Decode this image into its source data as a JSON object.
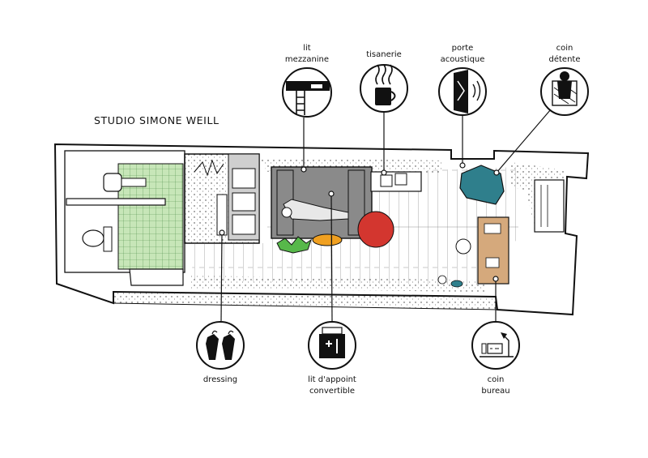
{
  "title": "STUDIO SIMONE WEILL",
  "labels": {
    "lit_mezzanine": [
      "lit",
      "mezzanine"
    ],
    "tisanerie": [
      "tisanerie"
    ],
    "porte_acoustique": [
      "porte",
      "acoustique"
    ],
    "coin_detente": [
      "coin",
      "détente"
    ],
    "dressing": [
      "dressing"
    ],
    "lit_appoint": [
      "lit d'appoint",
      "convertible"
    ],
    "coin_bureau": [
      "coin",
      "bureau"
    ]
  },
  "icons": {
    "lit_mezzanine": "mezzanine-bed-ladder-icon",
    "tisanerie": "steaming-mug-icon",
    "porte_acoustique": "acoustic-door-icon",
    "coin_detente": "armchair-relax-icon",
    "dressing": "clothes-hangers-icon",
    "lit_appoint": "convertible-bed-icon",
    "coin_bureau": "desk-lamp-laptop-icon"
  },
  "colors": {
    "ink": "#111111",
    "bathroom_tile": "#c7e6b8",
    "bed": "#8a8a8a",
    "armchair": "#2f7f8c",
    "desk": "#d5a97c",
    "rug_red": "#d3362f",
    "pouf_orange": "#f0a020",
    "plant": "#57b84a",
    "dressing_bg": "#cfcfcf"
  }
}
